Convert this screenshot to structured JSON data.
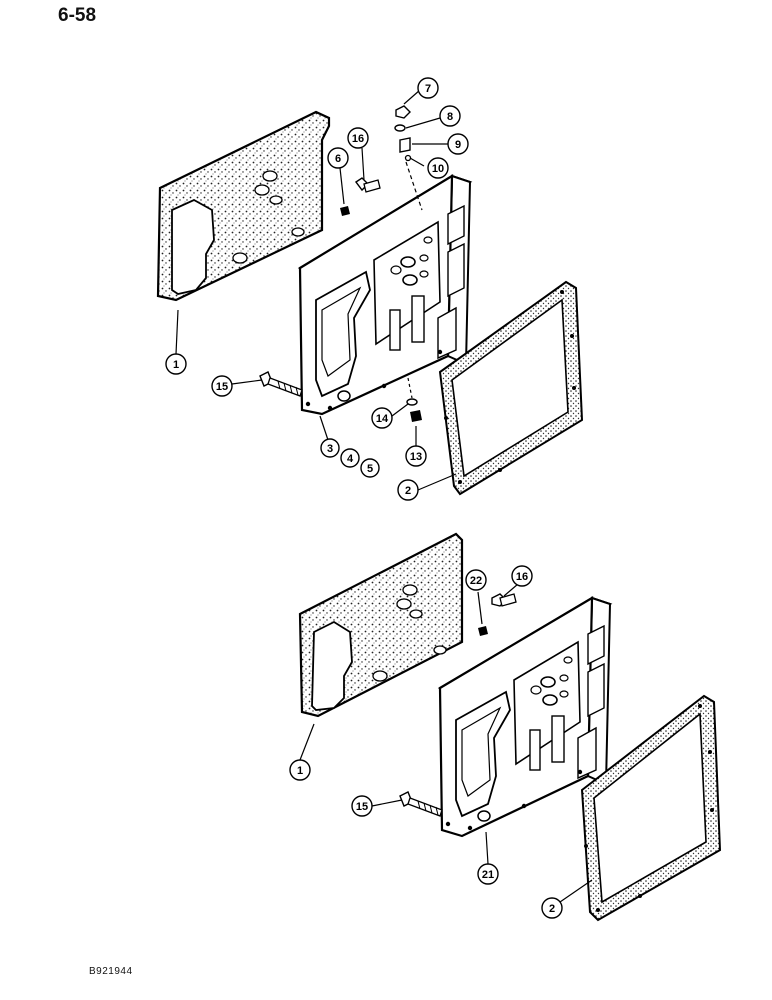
{
  "page": {
    "number": "6-58",
    "figure_id": "B921944"
  },
  "callouts_upper": {
    "c1": "1",
    "c2": "2",
    "c3": "3",
    "c4": "4",
    "c5": "5",
    "c6": "6",
    "c7": "7",
    "c8": "8",
    "c9": "9",
    "c10": "10",
    "c13": "13",
    "c14": "14",
    "c15": "15",
    "c16": "16"
  },
  "callouts_lower": {
    "c1": "1",
    "c2": "2",
    "c15": "15",
    "c16": "16",
    "c21": "21",
    "c22": "22"
  }
}
